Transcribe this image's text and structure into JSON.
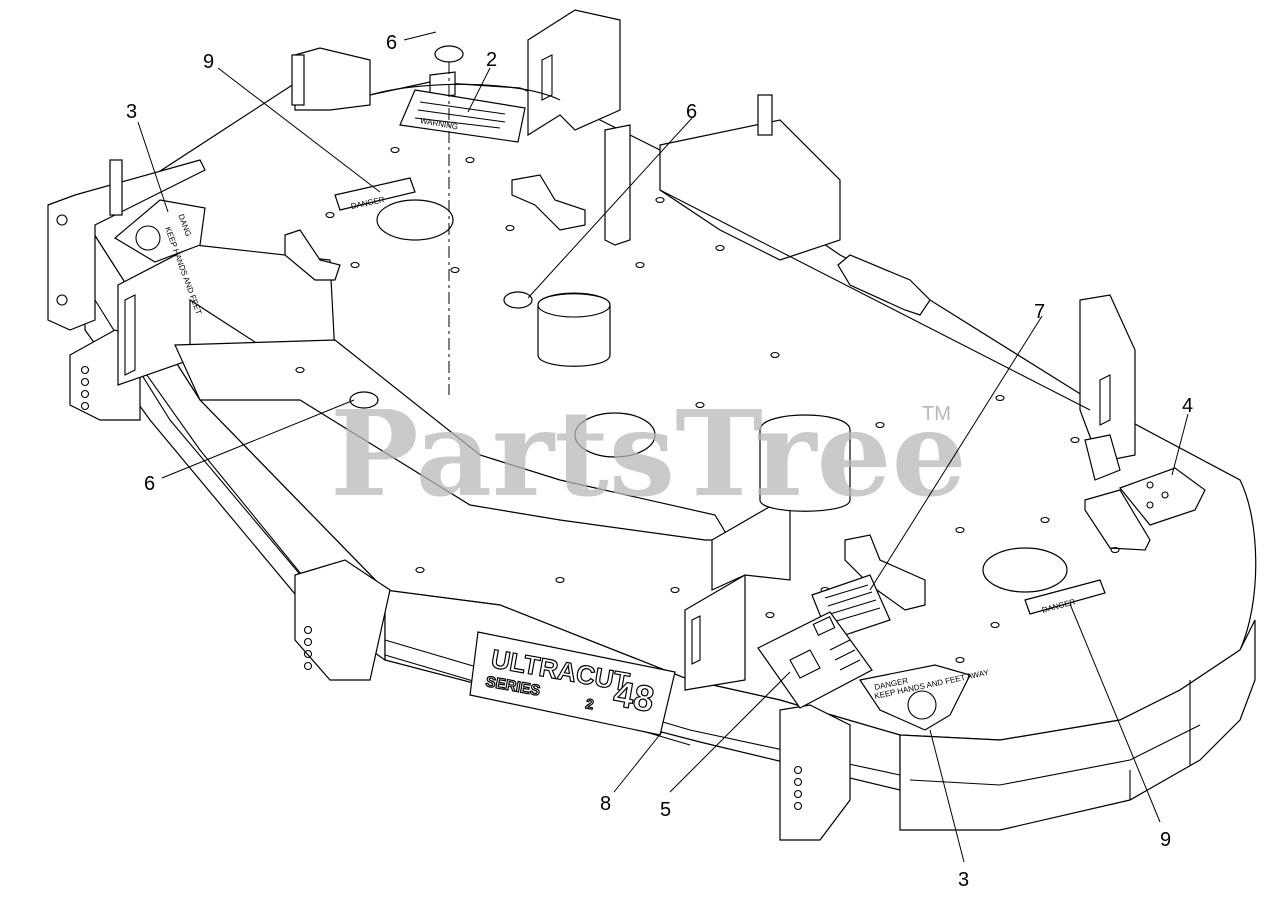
{
  "callouts": {
    "c2": "2",
    "c3a": "3",
    "c3b": "3",
    "c4": "4",
    "c5": "5",
    "c6a": "6",
    "c6b": "6",
    "c6c": "6",
    "c7": "7",
    "c8": "8",
    "c9a": "9",
    "c9b": "9"
  },
  "decals": {
    "warning": "WARNING",
    "danger_small_a": "DANGER",
    "danger_small_b": "DANGER",
    "danger_hand_a": "DANG",
    "danger_hand_b": "DANGER",
    "danger_hand_sub": "KEEP HANDS AND FEET AWAY",
    "danger_hand_sub_short": "KEEP HANDS AND FEET"
  },
  "branding": {
    "ultracut": "ULTRACUT",
    "series": "SERIES",
    "series_num": "2",
    "model": "48"
  },
  "watermark": {
    "text": "PartsTree",
    "trademark": "TM"
  }
}
